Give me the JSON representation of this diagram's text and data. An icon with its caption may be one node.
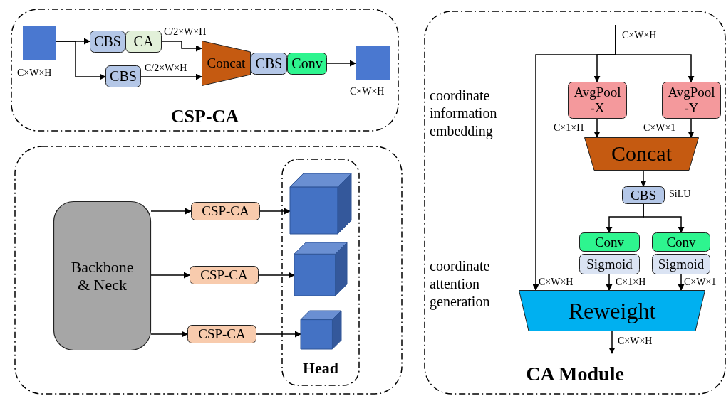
{
  "diagram": {
    "nodes": [
      {
        "text": [
          "CSP-CA"
        ]
      },
      {
        "text": [],
        "shape": "box",
        "in": 0,
        "beside": [
          "C×W×H"
        ]
      },
      {
        "text": [
          "CBS"
        ],
        "in": 0
      },
      {
        "text": [
          "CA"
        ],
        "in": 0
      },
      {
        "text": [
          "CBS"
        ],
        "in": 0
      },
      {
        "text": [
          "Concat"
        ],
        "in": 0
      },
      {
        "text": [
          "CBS"
        ],
        "in": 0
      },
      {
        "text": [
          "Conv"
        ],
        "in": 0
      },
      {
        "text": [],
        "shape": "box",
        "in": 0,
        "beside": [
          "C×W×H"
        ]
      },
      {
        "text": [],
        "shape": "box"
      },
      {
        "text": [
          "Backbone & Neck"
        ],
        "in": 9
      },
      {
        "text": [
          "CSP-CA"
        ],
        "in": 9
      },
      {
        "text": [
          "CSP-CA"
        ],
        "in": 9
      },
      {
        "text": [
          "CSP-CA"
        ],
        "in": 9
      },
      {
        "text": [
          "Head"
        ],
        "in": 9
      },
      {
        "text": [],
        "shape": "cube",
        "in": 14
      },
      {
        "text": [],
        "shape": "cube",
        "in": 14
      },
      {
        "text": [],
        "shape": "cube",
        "in": 14
      },
      {
        "text": [
          "CA Module"
        ]
      },
      {
        "text": [
          "AvgPool -X"
        ],
        "in": 18
      },
      {
        "text": [
          "AvgPool -Y"
        ],
        "in": 18
      },
      {
        "text": [
          "Concat"
        ],
        "in": 18
      },
      {
        "text": [
          "CBS"
        ],
        "in": 18,
        "beside": [
          "SiLU"
        ]
      },
      {
        "text": [
          "Conv"
        ],
        "in": 18
      },
      {
        "text": [
          "Sigmoid"
        ],
        "in": 18
      },
      {
        "text": [
          "Conv"
        ],
        "in": 18
      },
      {
        "text": [
          "Sigmoid"
        ],
        "in": 18
      },
      {
        "text": [
          "Reweight"
        ],
        "in": 18
      }
    ],
    "edges": [
      {
        "from": 1,
        "to": 2,
        "arrow": "to"
      },
      {
        "from": 1,
        "to": 4,
        "arrow": "to"
      },
      {
        "from": 3,
        "to": 5,
        "arrow": "to",
        "label": "C/2×W×H"
      },
      {
        "from": 4,
        "to": 5,
        "arrow": "to",
        "label": "C/2×W×H"
      },
      {
        "from": 7,
        "to": 8,
        "arrow": "to"
      },
      {
        "from": 10,
        "to": 11,
        "arrow": "to"
      },
      {
        "from": 10,
        "to": 12,
        "arrow": "to"
      },
      {
        "from": 10,
        "to": 13,
        "arrow": "to"
      },
      {
        "from": 11,
        "to": 15,
        "arrow": "to"
      },
      {
        "from": 12,
        "to": 16,
        "arrow": "to"
      },
      {
        "from": 13,
        "to": 17,
        "arrow": "to"
      },
      {
        "from": null,
        "to": 19,
        "arrow": "to",
        "label": "C×W×H"
      },
      {
        "from": null,
        "to": 20,
        "arrow": "to"
      },
      {
        "from": null,
        "to": 27,
        "arrow": "to",
        "label": "C×W×H"
      },
      {
        "from": 19,
        "to": 21,
        "arrow": "to",
        "label": "C×1×H"
      },
      {
        "from": 20,
        "to": 21,
        "arrow": "to",
        "label": "C×W×1"
      },
      {
        "from": 21,
        "to": 22,
        "arrow": "to"
      },
      {
        "from": 22,
        "to": 23,
        "arrow": "to"
      },
      {
        "from": 22,
        "to": 25,
        "arrow": "to"
      },
      {
        "from": 24,
        "to": 27,
        "arrow": "to",
        "label": "C×1×H"
      },
      {
        "from": 26,
        "to": 27,
        "arrow": "to",
        "label": "C×W×1"
      },
      {
        "from": 27,
        "to": null,
        "arrow": "to",
        "label": "C×W×H"
      }
    ],
    "labels": [
      "coordinate information embedding",
      "coordinate attention generation"
    ]
  }
}
